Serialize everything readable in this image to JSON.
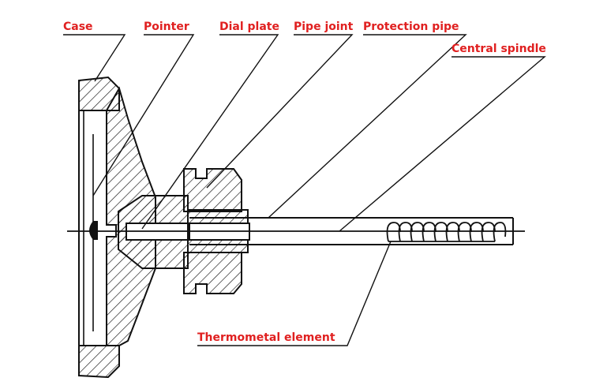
{
  "label_color": "#e02020",
  "line_color": "#111111",
  "labels": {
    "case": "Case",
    "pointer": "Pointer",
    "dial_plate": "Dial plate",
    "pipe_joint": "Pipe joint",
    "protection_pipe": "Protection pipe",
    "central_spindle": "Central spindle",
    "thermometal_element": "Thermometal element"
  }
}
